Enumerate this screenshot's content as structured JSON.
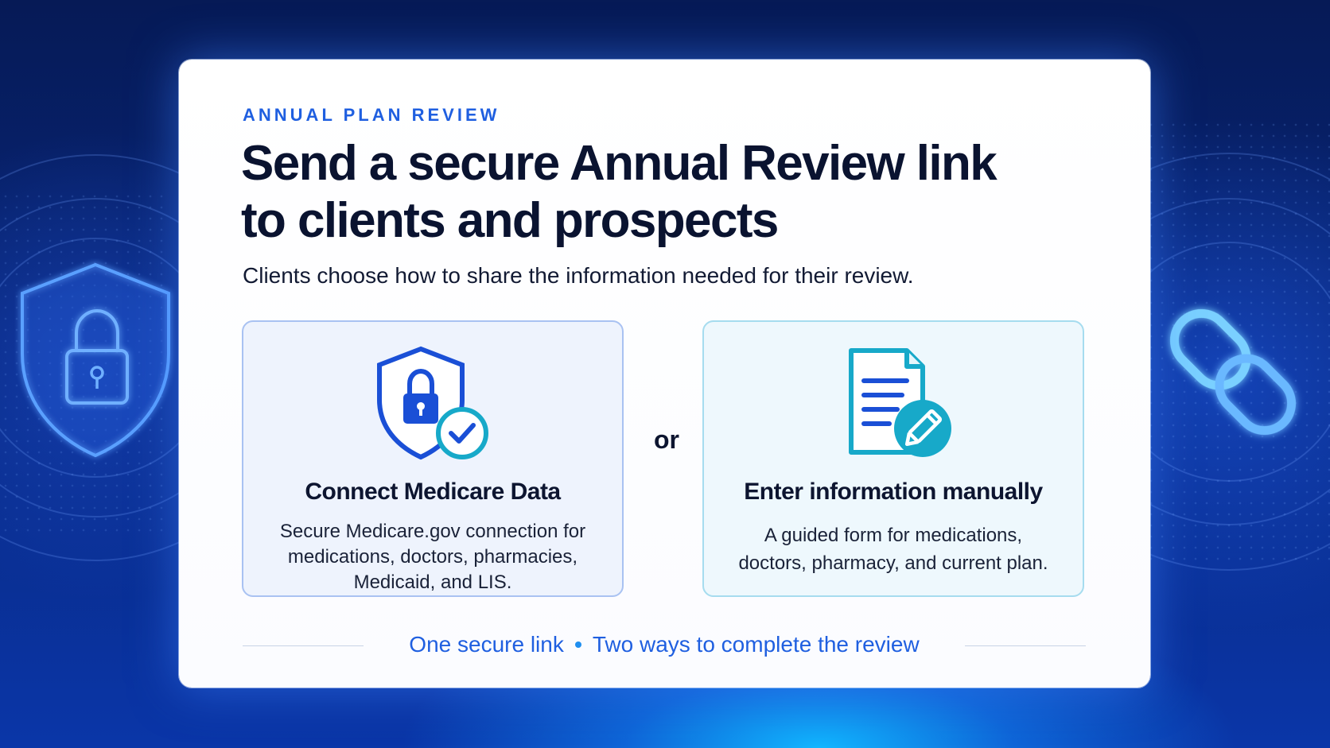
{
  "eyebrow": "ANNUAL PLAN REVIEW",
  "headline": {
    "line1": "Send a secure Annual Review link",
    "line2": "to clients and prospects"
  },
  "subhead": "Clients choose how to share the information needed for their review.",
  "options": [
    {
      "icon": "shield-lock-check-icon",
      "title": "Connect Medicare Data",
      "description_lines": [
        "Secure Medicare.gov connection for",
        "medications, doctors, pharmacies,",
        "Medicaid, and LIS."
      ]
    },
    {
      "icon": "document-edit-icon",
      "title": "Enter information manually",
      "description_lines": [
        "A guided form for medications,",
        "doctors, pharmacy, and current plan."
      ]
    }
  ],
  "separator": "or",
  "footer": {
    "part1": "One secure link",
    "part2": "Two ways to complete the review"
  },
  "decorations": {
    "left_icon": "shield-padlock-icon",
    "right_icon": "chain-link-icon"
  },
  "colors": {
    "accent_blue": "#1f5fe0",
    "card_a_border": "#a9c2f2",
    "card_b_border": "#a6dcef",
    "teal": "#14a6c8",
    "heading": "#0a1330"
  }
}
